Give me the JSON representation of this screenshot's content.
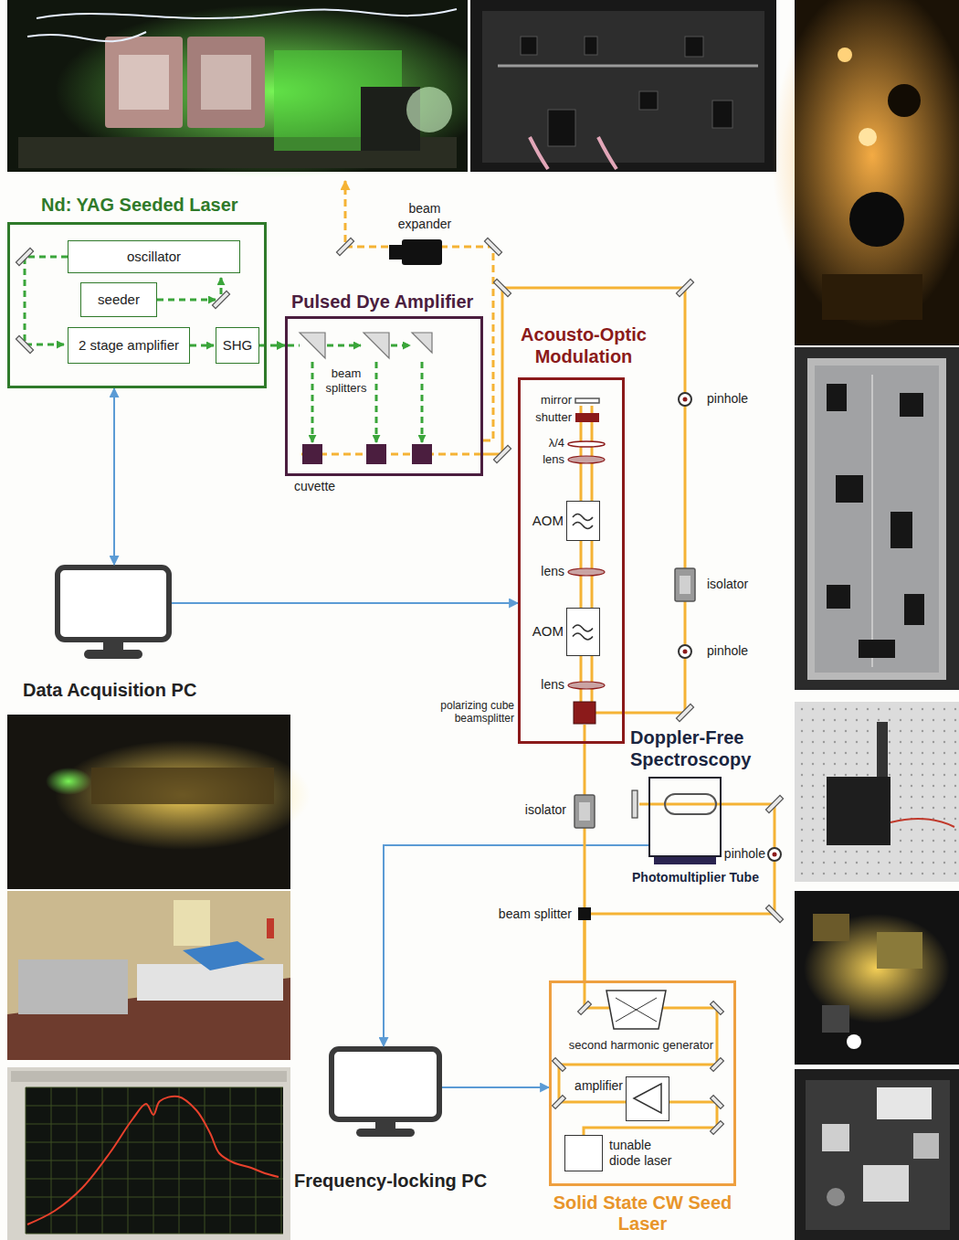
{
  "diagram": {
    "nodes": [
      {
        "text": [
          "Nd: YAG Seeded Laser"
        ]
      },
      {
        "text": [
          "oscillator"
        ],
        "in": 0
      },
      {
        "text": [
          "seeder"
        ],
        "in": 0
      },
      {
        "text": [
          "2 stage amplifier"
        ],
        "in": 0
      },
      {
        "text": [
          "SHG"
        ],
        "in": 0
      },
      {
        "text": [
          "Pulsed Dye Amplifier"
        ]
      },
      {
        "text": [
          "Acousto-Optic Modulation"
        ]
      },
      {
        "text": [
          "AOM"
        ],
        "in": 6
      },
      {
        "text": [
          "AOM"
        ],
        "in": 6
      },
      {
        "text": [
          "Doppler-Free Spectroscopy",
          "Photomultiplier Tube"
        ]
      },
      {
        "text": [
          "Solid State CW Seed Laser"
        ]
      },
      {
        "text": [
          "second harmonic generator"
        ],
        "in": 10
      },
      {
        "text": [
          "amplifier"
        ],
        "in": 10
      },
      {
        "text": [
          "tunable diode laser"
        ],
        "in": 10
      },
      {
        "text": [
          "Data Acquisition PC"
        ]
      },
      {
        "text": [
          "Frequency-locking PC"
        ]
      }
    ],
    "edges": [
      {
        "from": 14,
        "to": 0,
        "arrow": "both"
      },
      {
        "from": 14,
        "to": 6,
        "arrow": "to"
      },
      {
        "from": 9,
        "to": 15,
        "arrow": "to"
      },
      {
        "from": 15,
        "to": 10,
        "arrow": "to"
      },
      {
        "from": 4,
        "to": 5,
        "arrow": "to"
      },
      {
        "from": 10,
        "to": 6,
        "arrow": "none"
      },
      {
        "from": 10,
        "to": 9,
        "arrow": "none"
      },
      {
        "from": 6,
        "to": 5,
        "arrow": "none"
      }
    ],
    "labels": [
      "beam expander",
      "beam splitters",
      "cuvette",
      "mirror",
      "shutter",
      "pinhole",
      "λ/4",
      "lens",
      "lens",
      "isolator",
      "pinhole",
      "lens",
      "polarizing cube beamsplitter",
      "isolator",
      "pinhole",
      "beam splitter"
    ]
  }
}
